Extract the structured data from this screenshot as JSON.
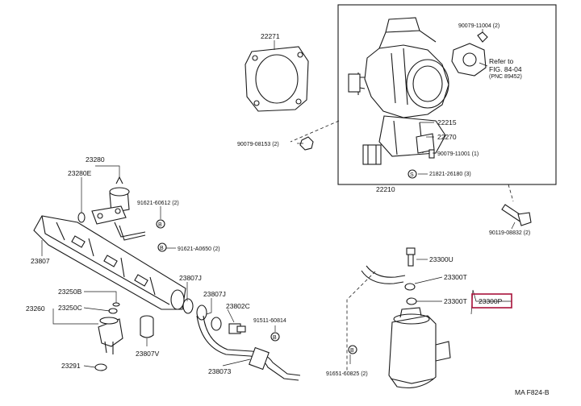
{
  "labels": {
    "p22271": "22271",
    "p90079_11004": "90079-11004 (2)",
    "refer1": "Refer to",
    "refer2": "FIG. 84-04",
    "refer3": "(PNC 89452)",
    "p22215": "22215",
    "p22270": "22270",
    "p90079_08153": "90079-08153 (2)",
    "p90079_11001": "90079-11001 (1)",
    "p21821": "21821-26180 (3)",
    "p22210": "22210",
    "p23280": "23280",
    "p23280E": "23280E",
    "p91621_60612": "91621-60612 (2)",
    "p90119": "90119-08832 (2)",
    "p91621_A0650": "91621-A0650 (2)",
    "p23807": "23807",
    "p23300U": "23300U",
    "p23300T_a": "23300T",
    "p23807J_a": "23807J",
    "p23250B": "23250B",
    "p23807J_b": "23807J",
    "p23300T_b": "23300T",
    "p23300P": "23300P",
    "p23260": "23260",
    "p23250C": "23250C",
    "p23802C": "23802C",
    "p91511": "91511-60814",
    "p23807V": "23807V",
    "p238073": "238073",
    "p23291": "23291",
    "p91651": "91651-60825 (2)",
    "footer": "MA F824-B"
  },
  "colors": {
    "line": "#1a1a1a",
    "highlight": "#a8123a",
    "background": "#ffffff"
  }
}
